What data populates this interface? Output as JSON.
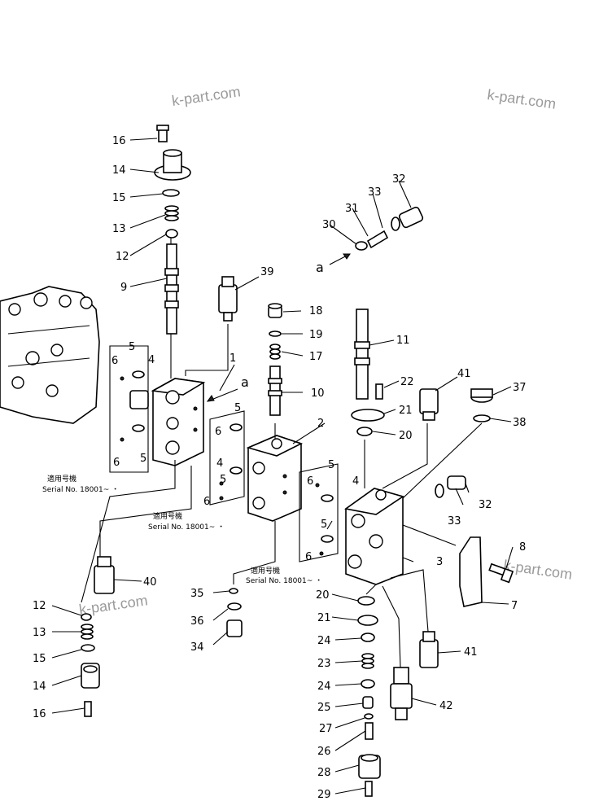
{
  "watermark": {
    "text": "k-part.com"
  },
  "view_marker": "a",
  "serial": {
    "line1": "適用号機",
    "line2": "Serial No. 18001~ ・"
  },
  "callouts": {
    "c16a": "16",
    "c14a": "14",
    "c15a": "15",
    "c13a": "13",
    "c12a": "12",
    "c9": "9",
    "c39": "39",
    "c1": "1",
    "c18": "18",
    "c19": "19",
    "c17": "17",
    "c10": "10",
    "c11": "11",
    "c22": "22",
    "c21a": "21",
    "c20a": "20",
    "c41a": "41",
    "c37": "37",
    "c38": "38",
    "c32a": "32",
    "c33a": "33",
    "c31": "31",
    "c30": "30",
    "c5a": "5",
    "c4a": "4",
    "c6a": "6",
    "c6b": "6",
    "c5b": "5",
    "c5c": "5",
    "c6c": "6",
    "c4b": "4",
    "c5d": "5",
    "c6d": "6",
    "c2": "2",
    "c5e": "5",
    "c6e": "6",
    "c4c": "4",
    "c5f": "5",
    "c6f": "6",
    "c32b": "32",
    "c33b": "33",
    "c3": "3",
    "c8": "8",
    "c7": "7",
    "c40": "40",
    "c12b": "12",
    "c13b": "13",
    "c15b": "15",
    "c14b": "14",
    "c16b": "16",
    "c35": "35",
    "c36": "36",
    "c34": "34",
    "c20b": "20",
    "c21b": "21",
    "c24a": "24",
    "c23": "23",
    "c24b": "24",
    "c25": "25",
    "c27": "27",
    "c26": "26",
    "c28": "28",
    "c29": "29",
    "c41b": "41",
    "c42": "42"
  }
}
